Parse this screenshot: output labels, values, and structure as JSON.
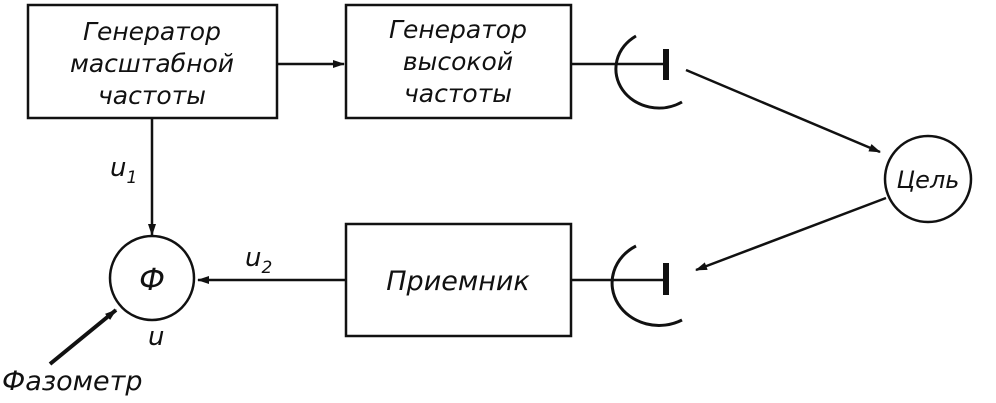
{
  "blocks": {
    "scale_generator": [
      "Генератор",
      "масштабной",
      "частоты"
    ],
    "hf_generator": [
      "Генератор",
      "высокой",
      "частоты"
    ],
    "receiver": "Приемник",
    "target": "Цель",
    "phase_meter_symbol": "Ф"
  },
  "signals": {
    "u1": {
      "base": "u",
      "sub": "1"
    },
    "u2": {
      "base": "u",
      "sub": "2"
    },
    "u": "u"
  },
  "labels": {
    "phasemeter": "Фазометр"
  },
  "colors": {
    "ink": "#111111",
    "background": "#ffffff"
  }
}
